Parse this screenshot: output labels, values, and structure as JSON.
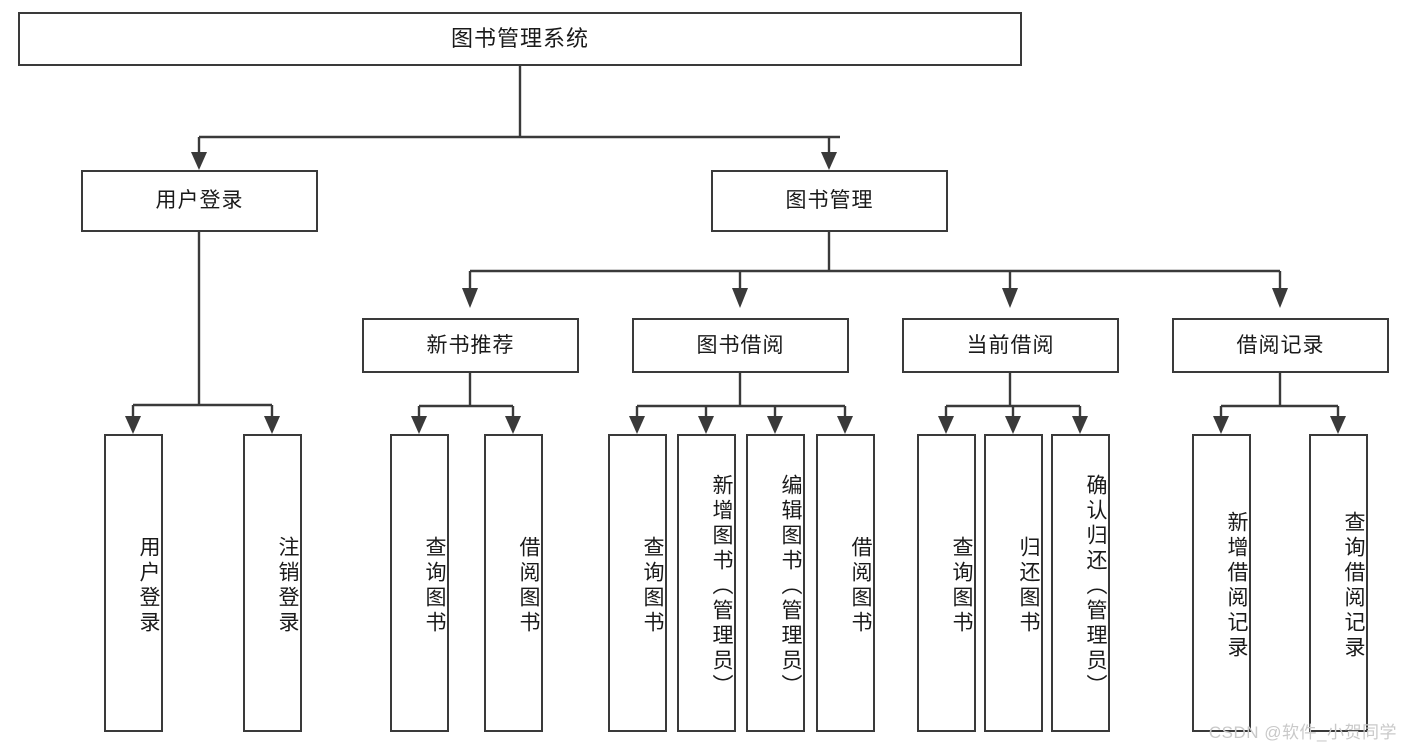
{
  "diagram": {
    "title": "图书管理系统",
    "type": "hierarchy-tree",
    "watermark": "CSDN @软件_小贺同学",
    "colors": {
      "stroke": "#3a3a3a",
      "fill": "#ffffff",
      "text": "#1a1a1a",
      "watermark": "#c9c9c9"
    },
    "root": {
      "label": "图书管理系统"
    },
    "level2": [
      {
        "label": "用户登录"
      },
      {
        "label": "图书管理"
      }
    ],
    "level3": [
      {
        "label": "新书推荐"
      },
      {
        "label": "图书借阅"
      },
      {
        "label": "当前借阅"
      },
      {
        "label": "借阅记录"
      }
    ],
    "leaves": {
      "user_login": [
        {
          "label": "用户登录"
        },
        {
          "label": "注销登录"
        }
      ],
      "new_book": [
        {
          "label": "查询图书"
        },
        {
          "label": "借阅图书"
        }
      ],
      "book_borrow": [
        {
          "label": "查询图书"
        },
        {
          "label": "新增图书（管理员）"
        },
        {
          "label": "编辑图书（管理员）"
        },
        {
          "label": "借阅图书"
        }
      ],
      "current_borrow": [
        {
          "label": "查询图书"
        },
        {
          "label": "归还图书"
        },
        {
          "label": "确认归还（管理员）"
        }
      ],
      "borrow_record": [
        {
          "label": "新增借阅记录"
        },
        {
          "label": "查询借阅记录"
        }
      ]
    }
  }
}
